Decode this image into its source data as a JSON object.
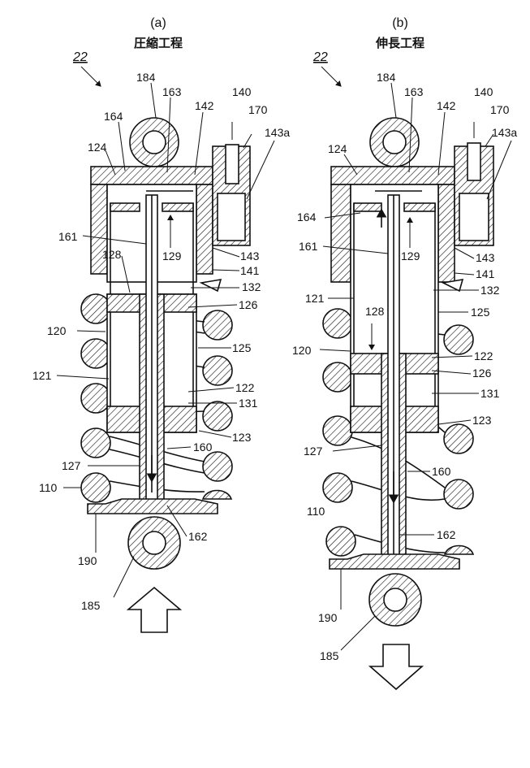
{
  "figure": {
    "captions": [
      "(a)",
      "(b)"
    ],
    "titles": [
      "圧縮工程",
      "伸長工程"
    ],
    "ref": "22"
  },
  "labels": {
    "l184": "184",
    "l163": "163",
    "l140": "140",
    "l170": "170",
    "l142": "142",
    "l164": "164",
    "l143a": "143a",
    "l124": "124",
    "l161": "161",
    "l129": "129",
    "l143": "143",
    "l128": "128",
    "l141": "141",
    "l132": "132",
    "l126": "126",
    "l120": "120",
    "l125": "125",
    "l121": "121",
    "l122": "122",
    "l131": "131",
    "l123": "123",
    "l160": "160",
    "l127": "127",
    "l110": "110",
    "l162": "162",
    "l190": "190",
    "l185": "185"
  }
}
